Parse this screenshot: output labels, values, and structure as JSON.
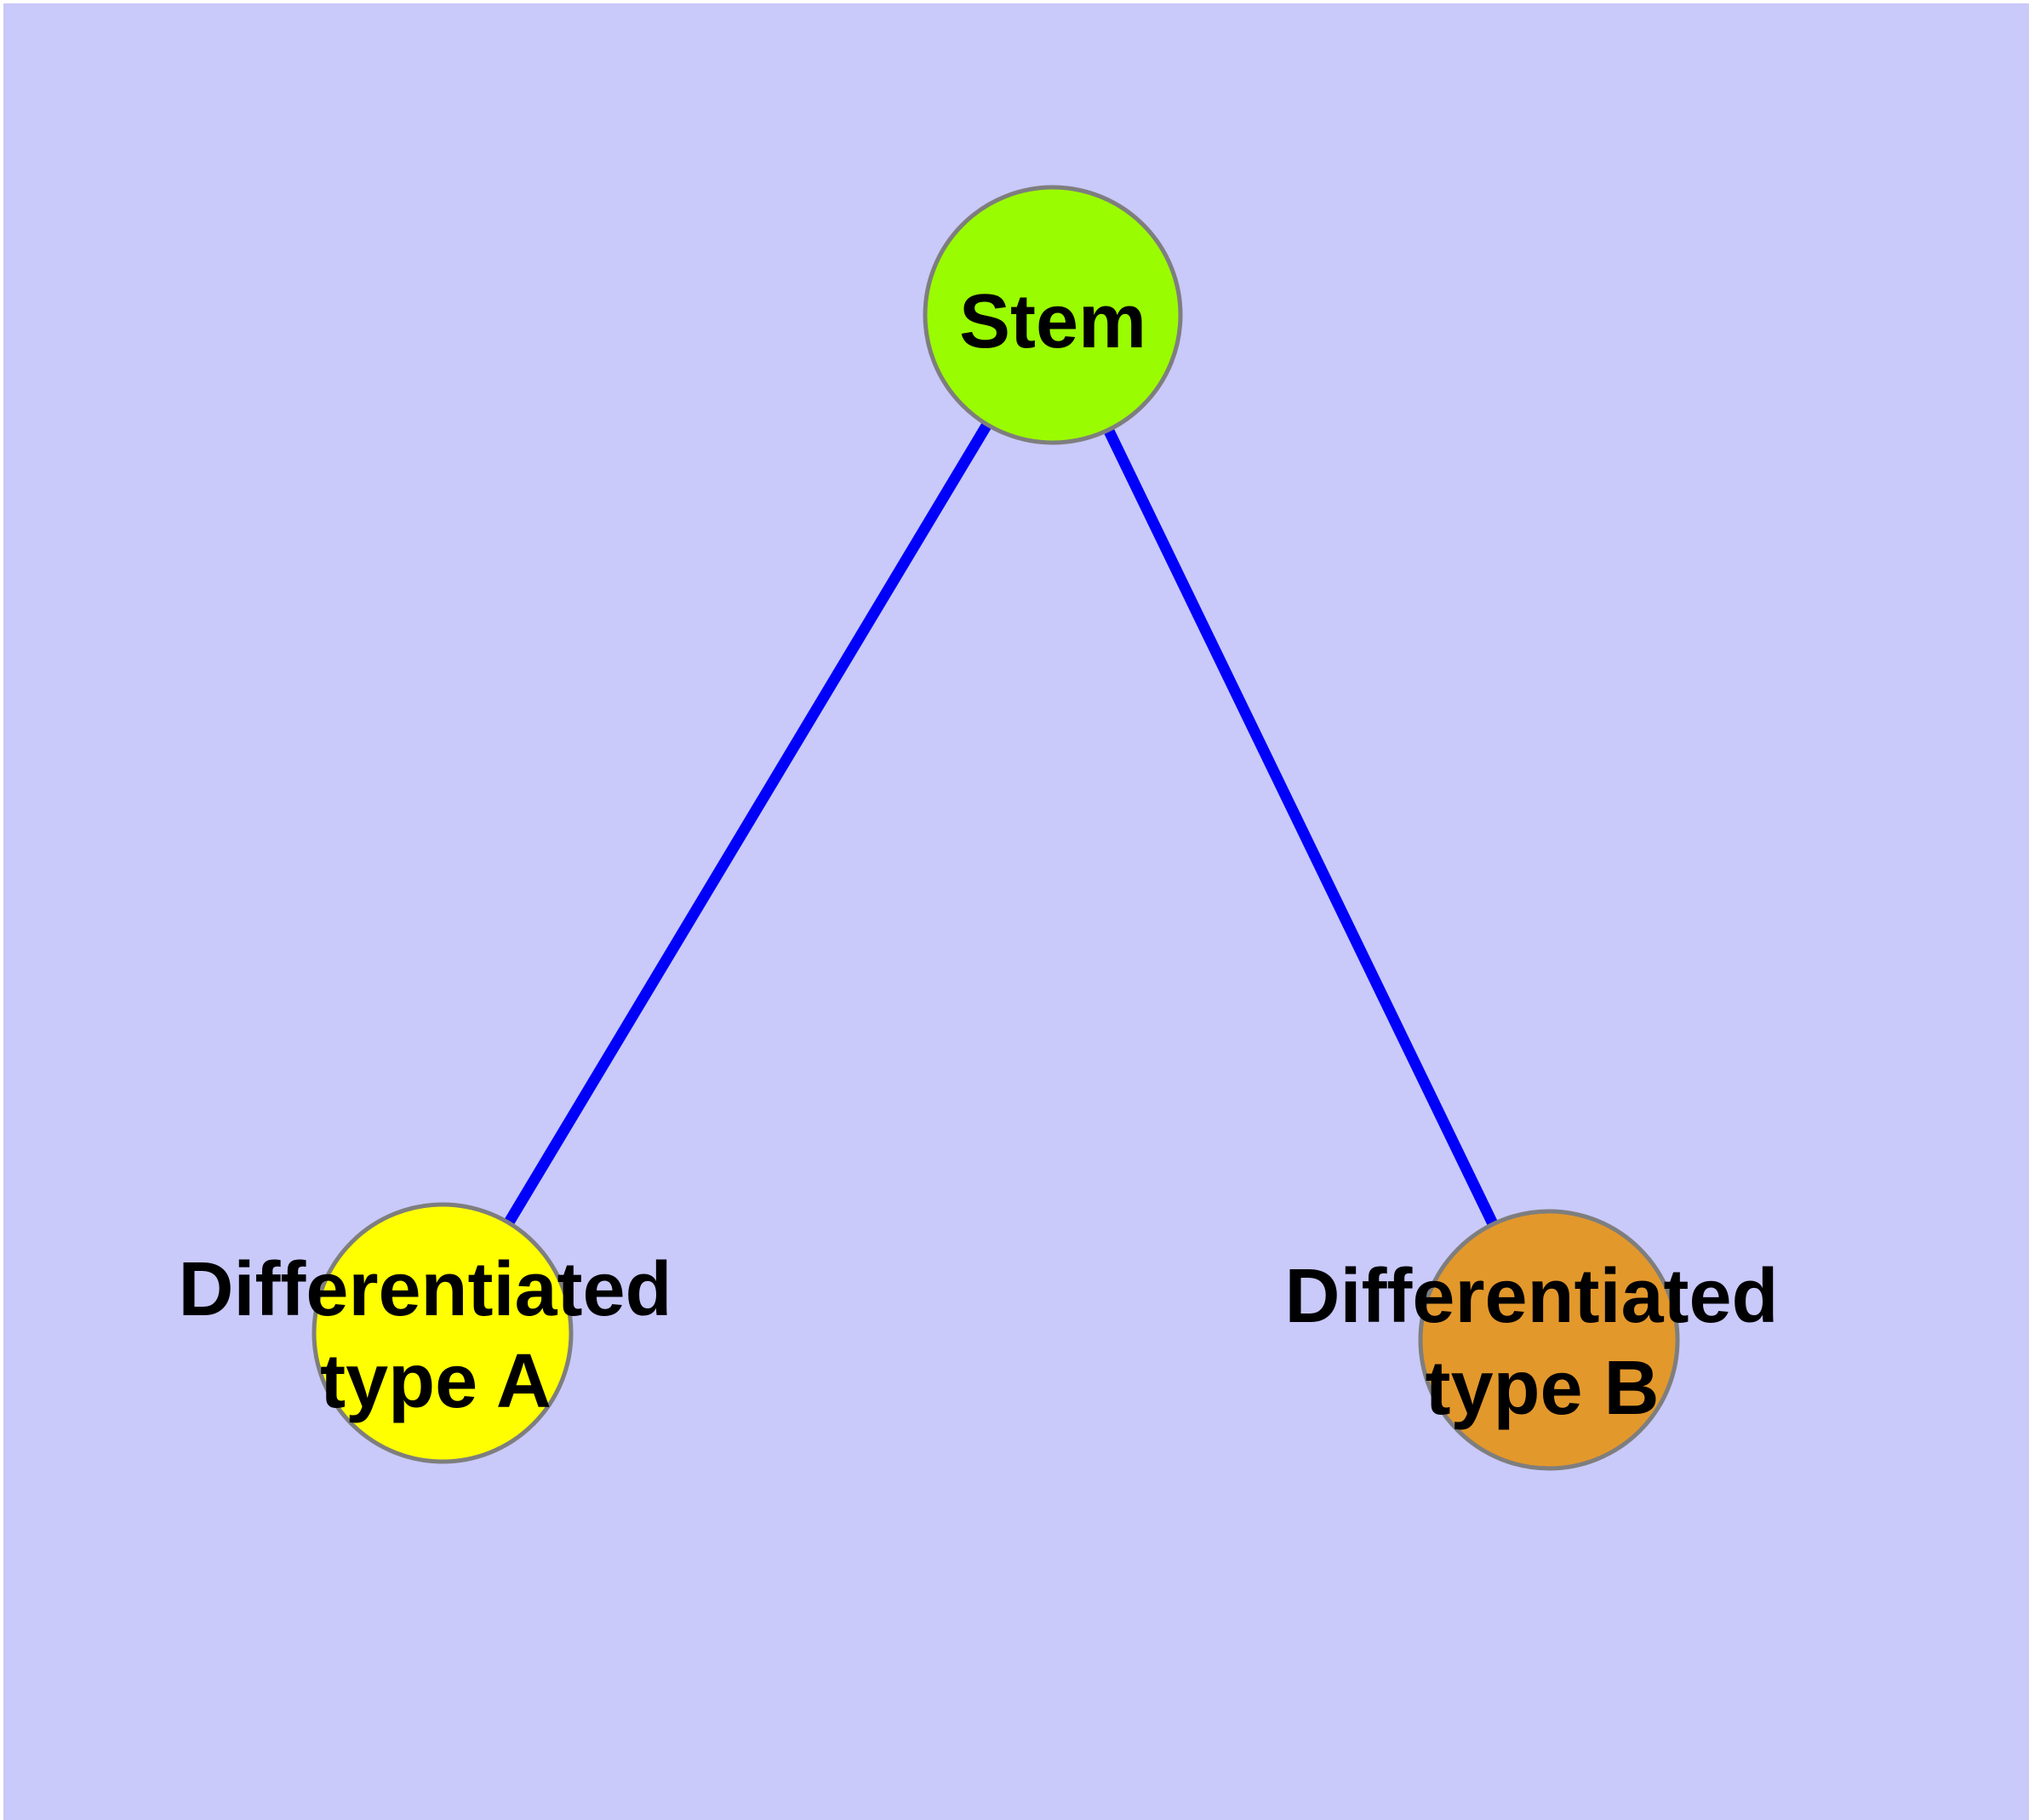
{
  "diagram": {
    "type": "graph",
    "background_color": "#C9C9FA",
    "margin_color": "#ffffff",
    "edge_color": "#0000FA",
    "node_border_color": "#7E7E7E",
    "label_color": "#000000",
    "nodes": [
      {
        "id": "stem",
        "label_lines": [
          "Stem"
        ],
        "fill": "#9AFC00"
      },
      {
        "id": "differentiated-type-a",
        "label_lines": [
          "Differentiated",
          "type A"
        ],
        "fill": "#FFFF00"
      },
      {
        "id": "differentiated-type-b",
        "label_lines": [
          "Differentiated",
          "type B"
        ],
        "fill": "#E3982B"
      }
    ],
    "edges": [
      {
        "from": "stem",
        "to": "differentiated-type-a"
      },
      {
        "from": "stem",
        "to": "differentiated-type-b"
      }
    ]
  }
}
